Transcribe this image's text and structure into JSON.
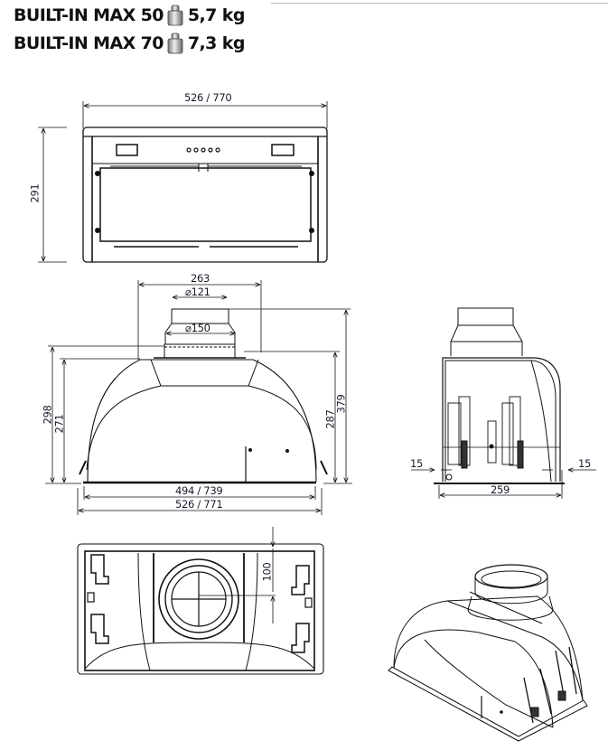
{
  "header": {
    "models": [
      {
        "name": "BUILT-IN MAX 50",
        "weight": "5,7 kg",
        "icon": "weight-icon"
      },
      {
        "name": "BUILT-IN MAX 70",
        "weight": "7,3 kg",
        "icon": "weight-icon"
      }
    ]
  },
  "front_view": {
    "width": "526 / 770",
    "height": "291"
  },
  "side_view": {
    "top_width": "263",
    "duct_small": "⌀121",
    "duct_large": "⌀150",
    "height_298": "298",
    "height_271": "271",
    "height_287": "287",
    "height_379": "379",
    "inner_width": "494 / 739",
    "outer_width": "526 / 771"
  },
  "profile_view": {
    "left_margin": "15",
    "right_margin": "15",
    "depth": "259"
  },
  "plan_view": {
    "offset": "100"
  }
}
